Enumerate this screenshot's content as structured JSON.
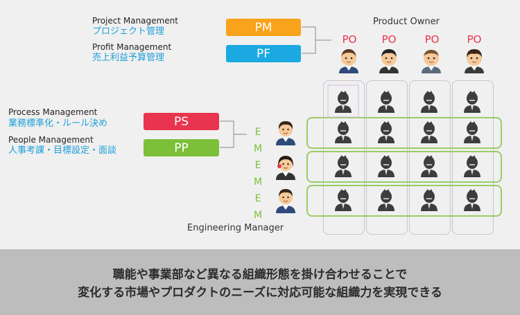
{
  "management": {
    "project": {
      "en": "Project Management",
      "jp": "プロジェクト管理"
    },
    "profit": {
      "en": "Profit Management",
      "jp": "売上利益予算管理"
    },
    "process": {
      "en": "Process Management",
      "jp": "業務標準化・ルール決め"
    },
    "people": {
      "en": "People Management",
      "jp": "人事考課・目標設定・面談"
    }
  },
  "roles": {
    "pm": {
      "label": "PM",
      "color": "#f9a21b"
    },
    "pf": {
      "label": "PF",
      "color": "#1ba9e1"
    },
    "ps": {
      "label": "PS",
      "color": "#e8344f"
    },
    "pp": {
      "label": "PP",
      "color": "#7cc03a"
    }
  },
  "product_owner": {
    "title": "Product Owner",
    "po_labels": [
      "PO",
      "PO",
      "PO",
      "PO"
    ]
  },
  "engineering_manager": {
    "title": "Engineering Manager",
    "letters": [
      "E",
      "M",
      "E",
      "M",
      "E",
      "M"
    ]
  },
  "footer": {
    "line1": "職能や事業部など異なる組織形態を掛け合わせることで",
    "line2": "変化する市場やプロダクトのニーズに対応可能な組織力を実現できる"
  },
  "icons": {
    "po_avatar": "person-face-icon",
    "em_avatar": "person-face-icon",
    "member": "engineer-silhouette-icon"
  }
}
